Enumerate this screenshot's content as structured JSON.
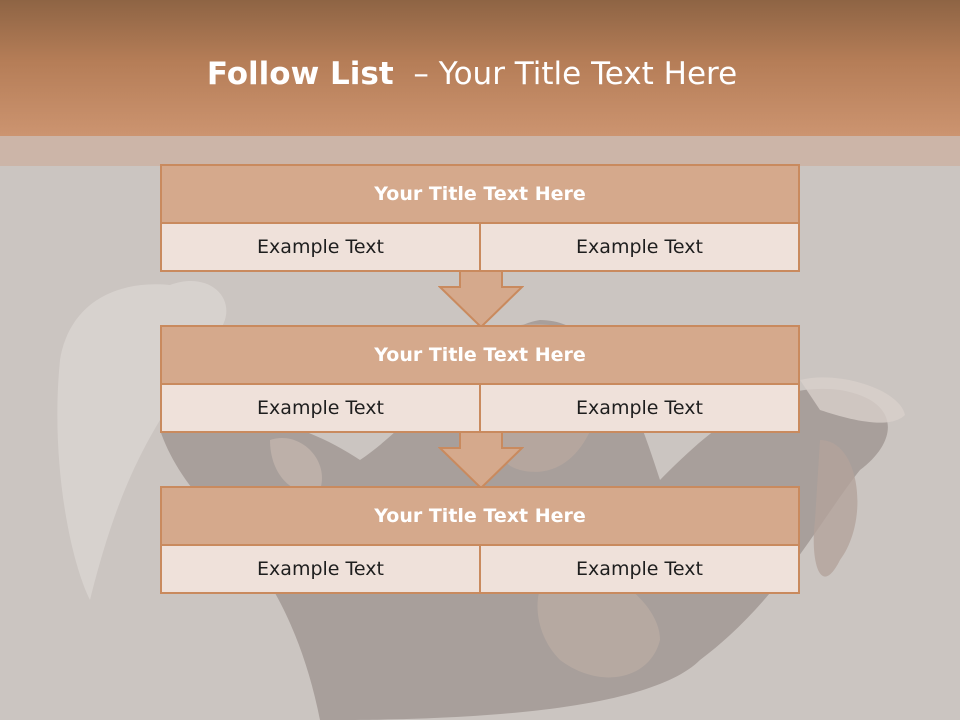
{
  "slide": {
    "title_bold": "Follow List",
    "title_rest": "– Your Title Text Here"
  },
  "steps": [
    {
      "title": "Your Title Text Here",
      "left": "Example Text",
      "right": "Example Text"
    },
    {
      "title": "Your Title Text Here",
      "left": "Example Text",
      "right": "Example Text"
    },
    {
      "title": "Your Title Text Here",
      "left": "Example Text",
      "right": "Example Text"
    }
  ],
  "arrows": [
    {
      "icon": "down-arrow-icon"
    },
    {
      "icon": "down-arrow-icon"
    }
  ],
  "colors": {
    "accent": "#c98a5e",
    "box_title_fill": "#d5a98c",
    "box_cell_fill": "#efe1da",
    "header_top": "#8e6444",
    "header_bottom": "#cc9470",
    "background": "#cdc7c3"
  }
}
